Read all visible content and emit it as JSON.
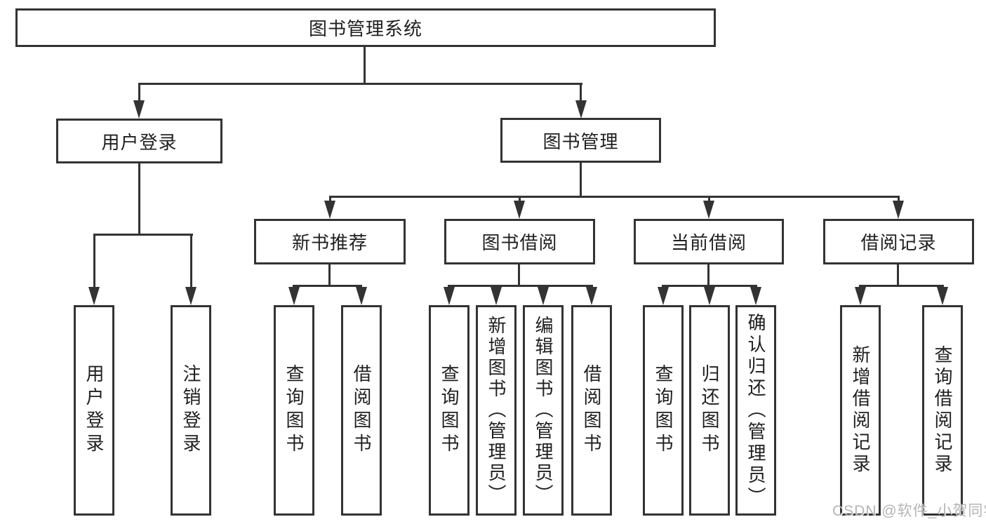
{
  "tree": {
    "root": "图书管理系统",
    "branches": [
      {
        "label": "用户登录",
        "children": [
          "用户登录",
          "注销登录"
        ]
      },
      {
        "label": "图书管理",
        "sections": [
          {
            "label": "新书推荐",
            "children": [
              "查询图书",
              "借阅图书"
            ]
          },
          {
            "label": "图书借阅",
            "children": [
              "查询图书",
              "新增图书（管理员）",
              "编辑图书（管理员）",
              "借阅图书"
            ]
          },
          {
            "label": "当前借阅",
            "children": [
              "查询图书",
              "归还图书",
              "确认归还（管理员）"
            ]
          },
          {
            "label": "借阅记录",
            "children": [
              "新增借阅记录",
              "查询借阅记录"
            ]
          }
        ]
      }
    ]
  },
  "watermark": "CSDN @软件_小贺同学",
  "colors": {
    "line": "#333333",
    "text": "#1f1f1f",
    "watermark": "#adadad",
    "background": "#ffffff"
  }
}
